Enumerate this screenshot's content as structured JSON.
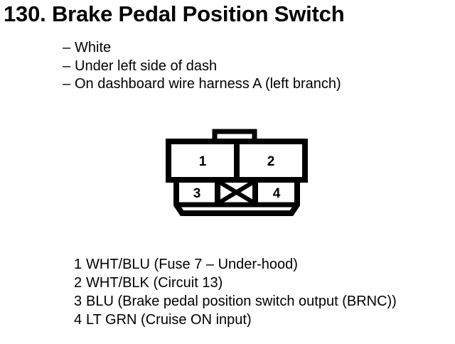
{
  "page": {
    "background_color": "#ffffff",
    "ink_color": "#000000"
  },
  "header": {
    "number": "130.",
    "title": "130. Brake Pedal Position Switch"
  },
  "details": {
    "dash": "–",
    "items": [
      "White",
      "Under left side of dash",
      "On dashboard wire harness A (left branch)"
    ]
  },
  "connector": {
    "type": "4-cavity-connector-face",
    "top_row": [
      {
        "cavity": "1",
        "blocked": false
      },
      {
        "cavity": "2",
        "blocked": false
      }
    ],
    "bottom_row": [
      {
        "cavity": "3",
        "blocked": false
      },
      {
        "cavity": "",
        "blocked": true
      },
      {
        "cavity": "4",
        "blocked": false
      }
    ]
  },
  "legend": {
    "rows": [
      {
        "pin": "1",
        "text": "WHT/BLU (Fuse 7 – Under-hood)"
      },
      {
        "pin": "2",
        "text": "WHT/BLK (Circuit 13)"
      },
      {
        "pin": "3",
        "text": "BLU (Brake pedal position switch output (BRNC))"
      },
      {
        "pin": "4",
        "text": "LT GRN (Cruise ON input)"
      }
    ]
  }
}
